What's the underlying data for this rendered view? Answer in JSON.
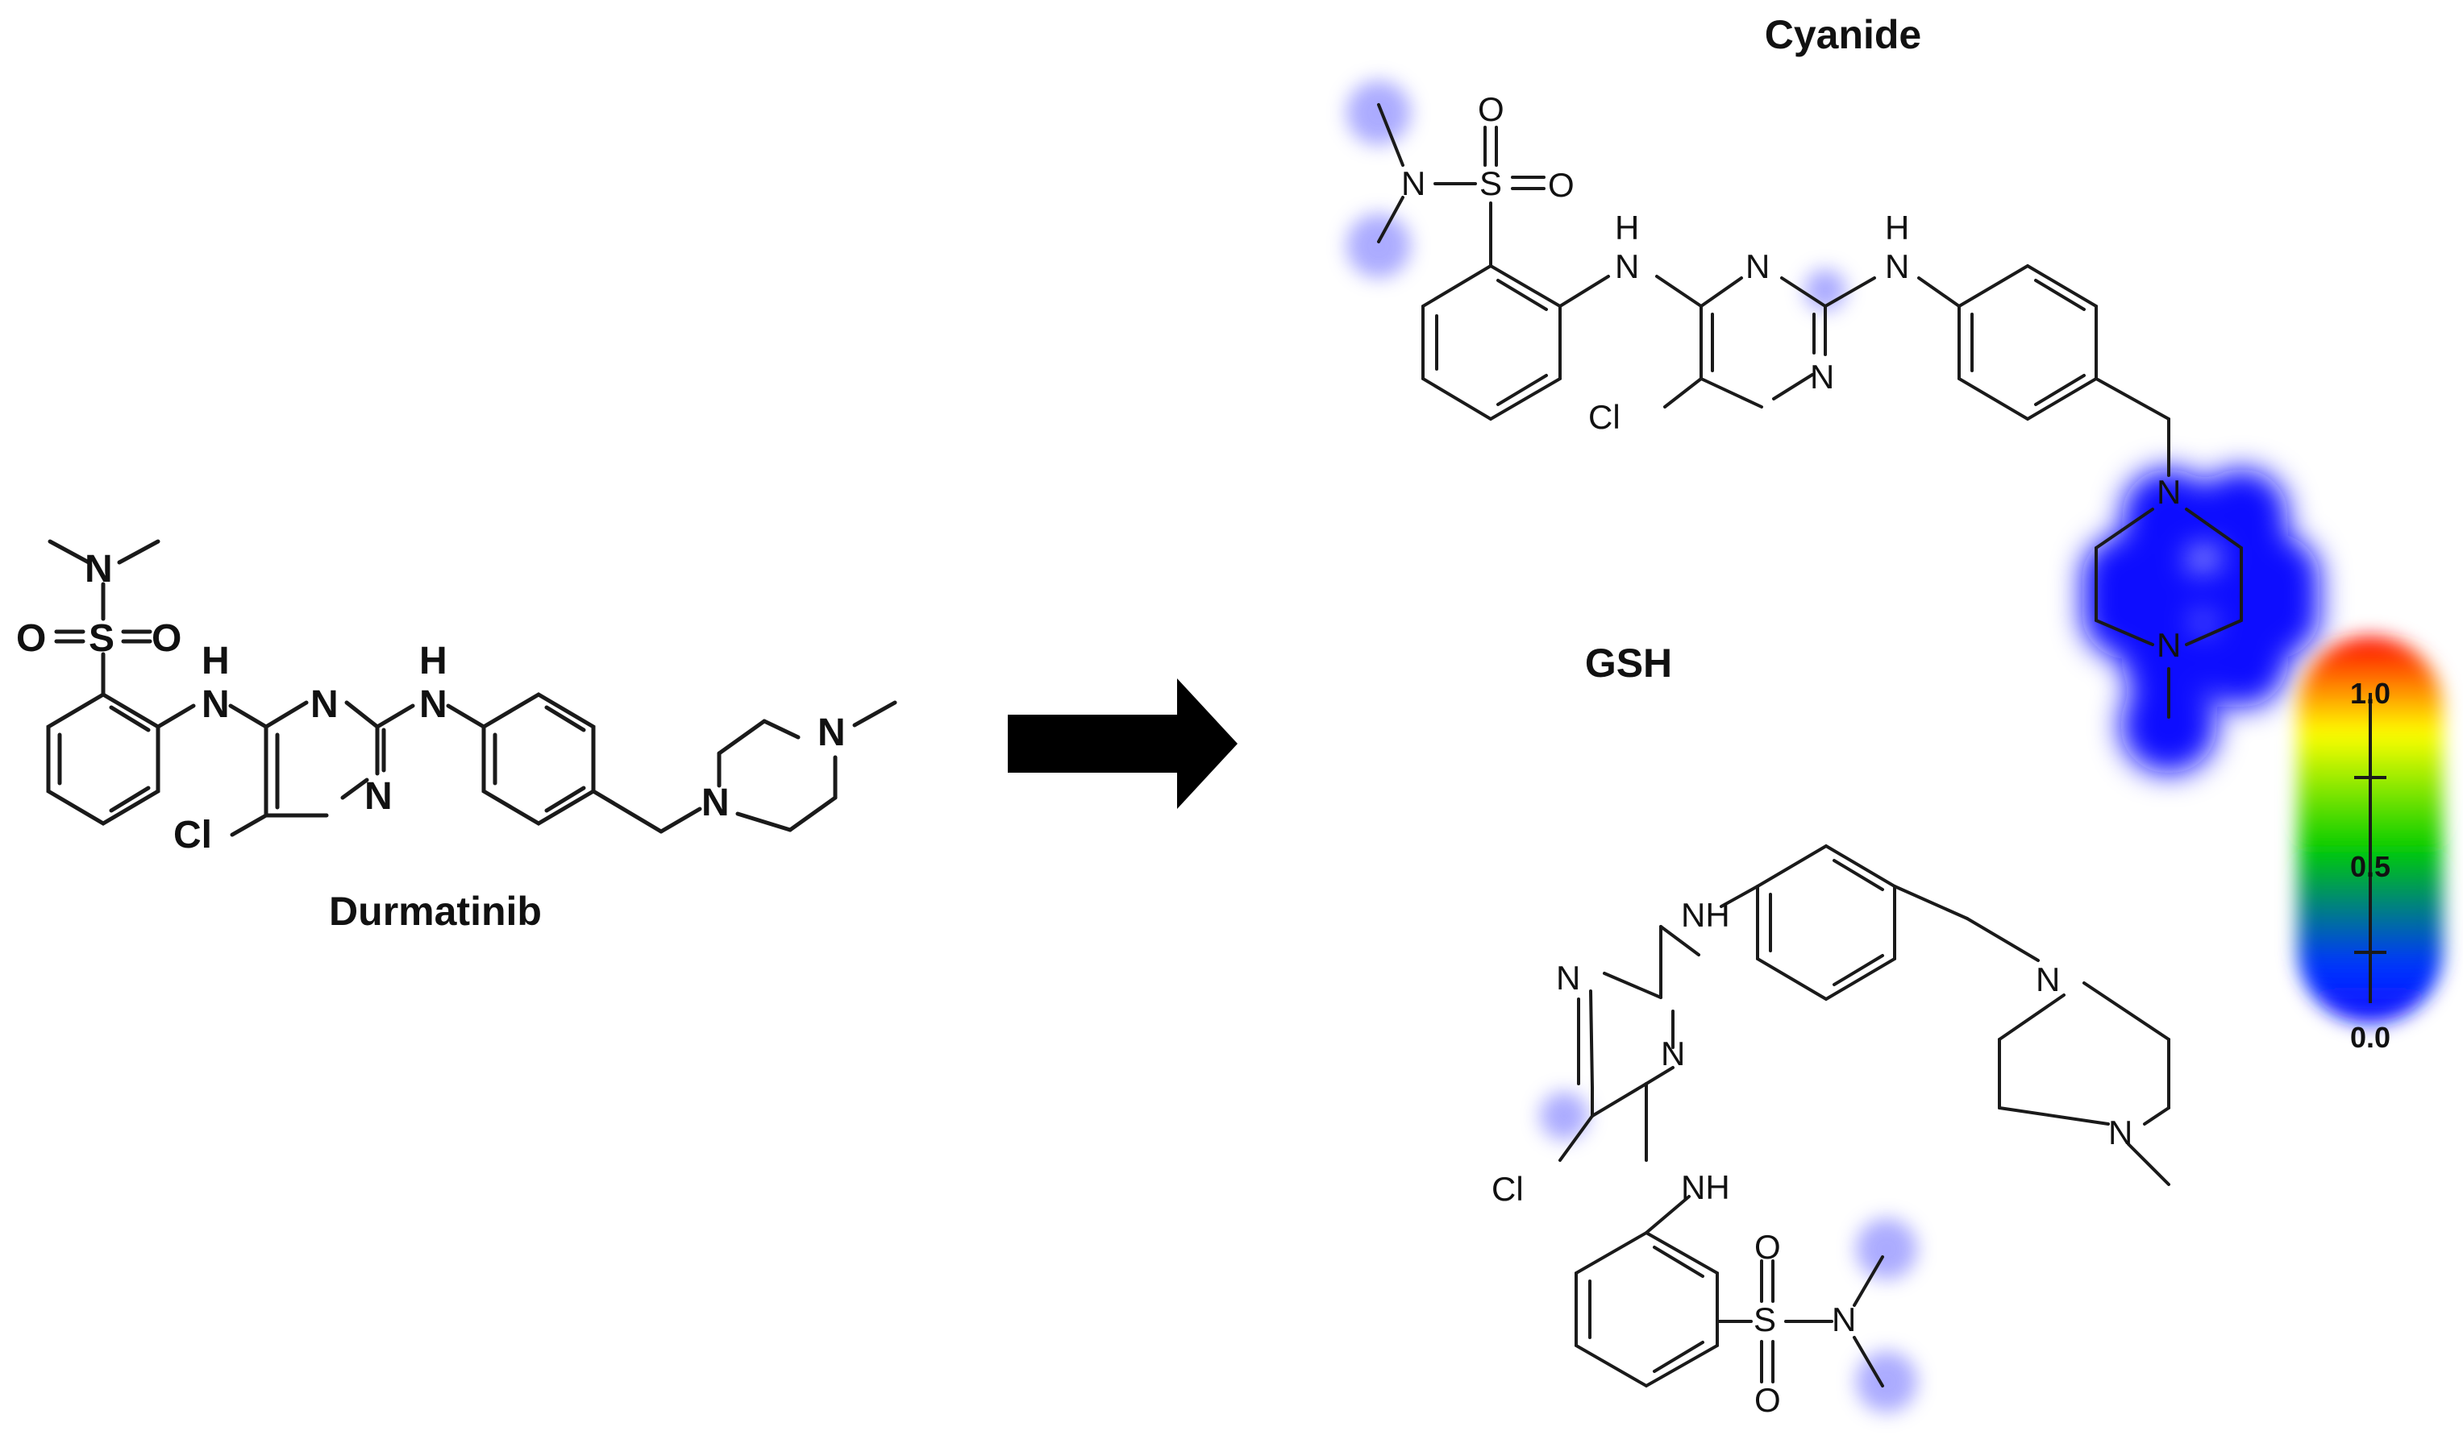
{
  "figure": {
    "parent_label": "Durmatinib",
    "cyanide_label": "Cyanide",
    "gsh_label": "GSH",
    "scale": {
      "max": "1.0",
      "mid": "0.5",
      "min": "0.0"
    }
  },
  "atoms": {
    "n": "N",
    "nh": "NH",
    "h": "H",
    "s": "S",
    "o": "O",
    "cl": "Cl"
  },
  "colors": {
    "bond": "#1a1a1a",
    "highlight": "#1010ff",
    "scale_high": "#ff0000",
    "scale_mid": "#ffff00",
    "scale_low": "#00cc00",
    "arrow": "#000000"
  }
}
